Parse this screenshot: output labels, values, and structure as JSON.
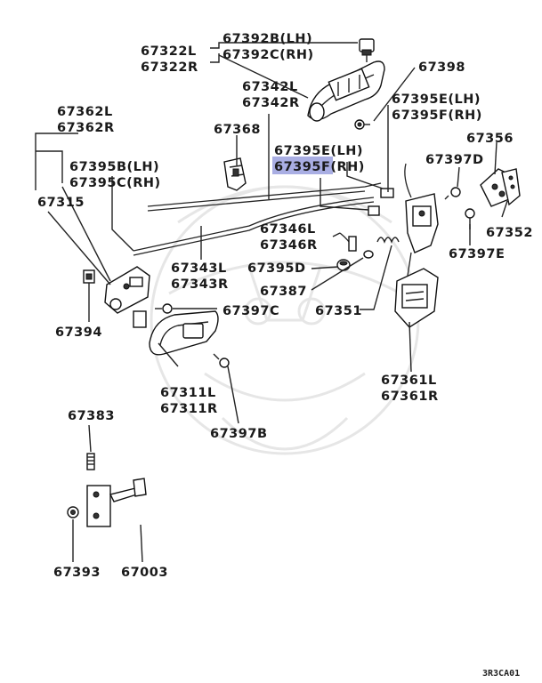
{
  "highlight_color": "#a9aee3",
  "labels": {
    "p67392": [
      "67392B(LH)",
      "67392C(RH)"
    ],
    "p67322": [
      "67322L",
      "67322R"
    ],
    "p67398": "67398",
    "p67342": [
      "67342L",
      "67342R"
    ],
    "p67362": [
      "67362L",
      "67362R"
    ],
    "p67395ef_top": [
      "67395E(LH)",
      "67395F(RH)"
    ],
    "p67368": "67368",
    "p67395e_mid": "67395E(LH)",
    "p67395f_mid": "67395F(RH)",
    "p67356": "67356",
    "p67395bc": [
      "67395B(LH)",
      "67395C(RH)"
    ],
    "p67397d": "67397D",
    "p67315": "67315",
    "p67346": [
      "67346L",
      "67346R"
    ],
    "p67352": "67352",
    "p67343": [
      "67343L",
      "67343R"
    ],
    "p67397e": "67397E",
    "p67395d": "67395D",
    "p67387": "67387",
    "p67394": "67394",
    "p67397c": "67397C",
    "p67351": "67351",
    "p67361": [
      "67361L",
      "67361R"
    ],
    "p67311": [
      "67311L",
      "67311R"
    ],
    "p67383": "67383",
    "p67397b": "67397B",
    "p67393": "67393",
    "p67003": "67003",
    "diagram_code": "3R3CA01"
  }
}
